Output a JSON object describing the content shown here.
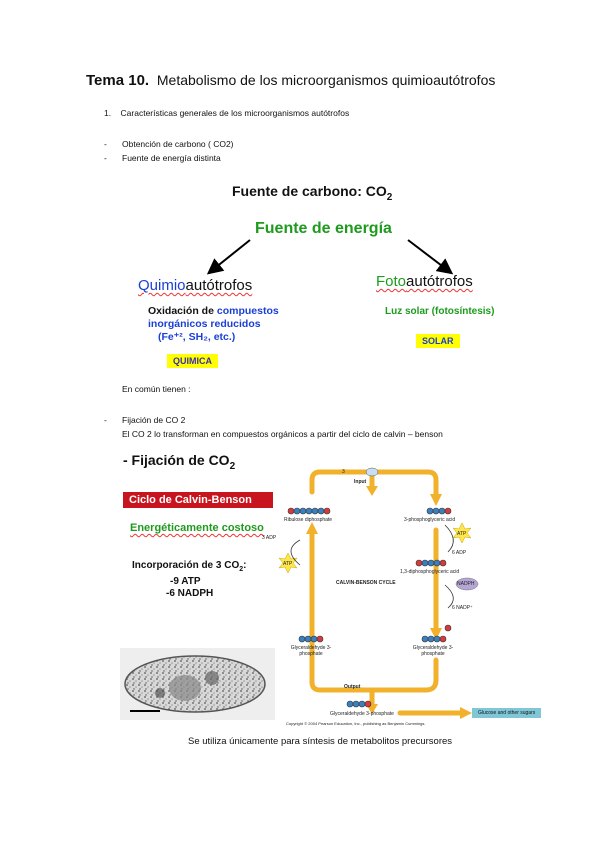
{
  "title": {
    "prefix": "Tema 10.",
    "text": "Metabolismo de los microorganismos quimioautótrofos"
  },
  "section_1": "1.    Características generales de los microorganismos autótrofos",
  "bullets": {
    "b1": "Obtención de carbono ( CO2)",
    "b2": "Fuente de energía distinta",
    "b3": "Fijación de CO 2"
  },
  "bullet_mark": "-",
  "figure1": {
    "heading": "Fuente de carbono: CO",
    "heading_sub": "2",
    "energy": "Fuente de energía",
    "quimio_prefix": "Quimio",
    "quimio_suffix": "autótrofos",
    "foto_prefix": "Foto",
    "foto_suffix": "autótrofos",
    "ox_line1_a": "Oxidación de ",
    "ox_line1_b": "compuestos",
    "ox_line2": "inorgánicos reducidos",
    "ox_line3": "(Fe⁺², SH₂, etc.)",
    "luz": "Luz solar (fotosíntesis)",
    "quimica": "QUIMICA",
    "solar": "SOLAR"
  },
  "common": "En común tienen :",
  "calvin_text": "El CO 2 lo transforman en compuestos orgánicos a partir del ciclo de calvin – benson",
  "figure2": {
    "heading": "- Fijación de CO",
    "heading_sub": "2",
    "calvin_box": "Ciclo de Calvin-Benson",
    "energ": "Energéticamente costoso",
    "inc1": "Incorporación de 3 CO",
    "inc1_sub": "2",
    "inc1_end": ":",
    "inc2": "-9 ATP",
    "inc3": "-6 NADPH",
    "cycle": {
      "input": "Input",
      "co2": "3",
      "ribulose": "Ribulose diphosphate",
      "pga": "3-phosphoglyceric acid",
      "adp3": "3 ADP",
      "adp6": "6 ADP",
      "atp": "ATP",
      "bpg": "1,3-diphosphoglyceric acid",
      "center": "CALVIN-BENSON CYCLE",
      "nadph": "NADPH",
      "nadp": "6 NADP⁺",
      "g3p_left": "Glyceraldehyde 3-phosphate",
      "g3p_right": "Glyceraldehyde 3-phosphate",
      "output": "Output",
      "g3p_out": "Glyceraldehyde 3-phosphate",
      "glucose": "Glucose and other sugars",
      "copyright": "Copyright © 2004 Pearson Education, Inc., publishing as Benjamin Cummings."
    },
    "caption": "Se utiliza únicamente para síntesis de metabolitos precursores"
  },
  "colors": {
    "green": "#1e9b1e",
    "blue": "#1a3fd6",
    "red": "#c8141e",
    "yellow": "#ffff00",
    "arrow": "#f2b12b"
  }
}
